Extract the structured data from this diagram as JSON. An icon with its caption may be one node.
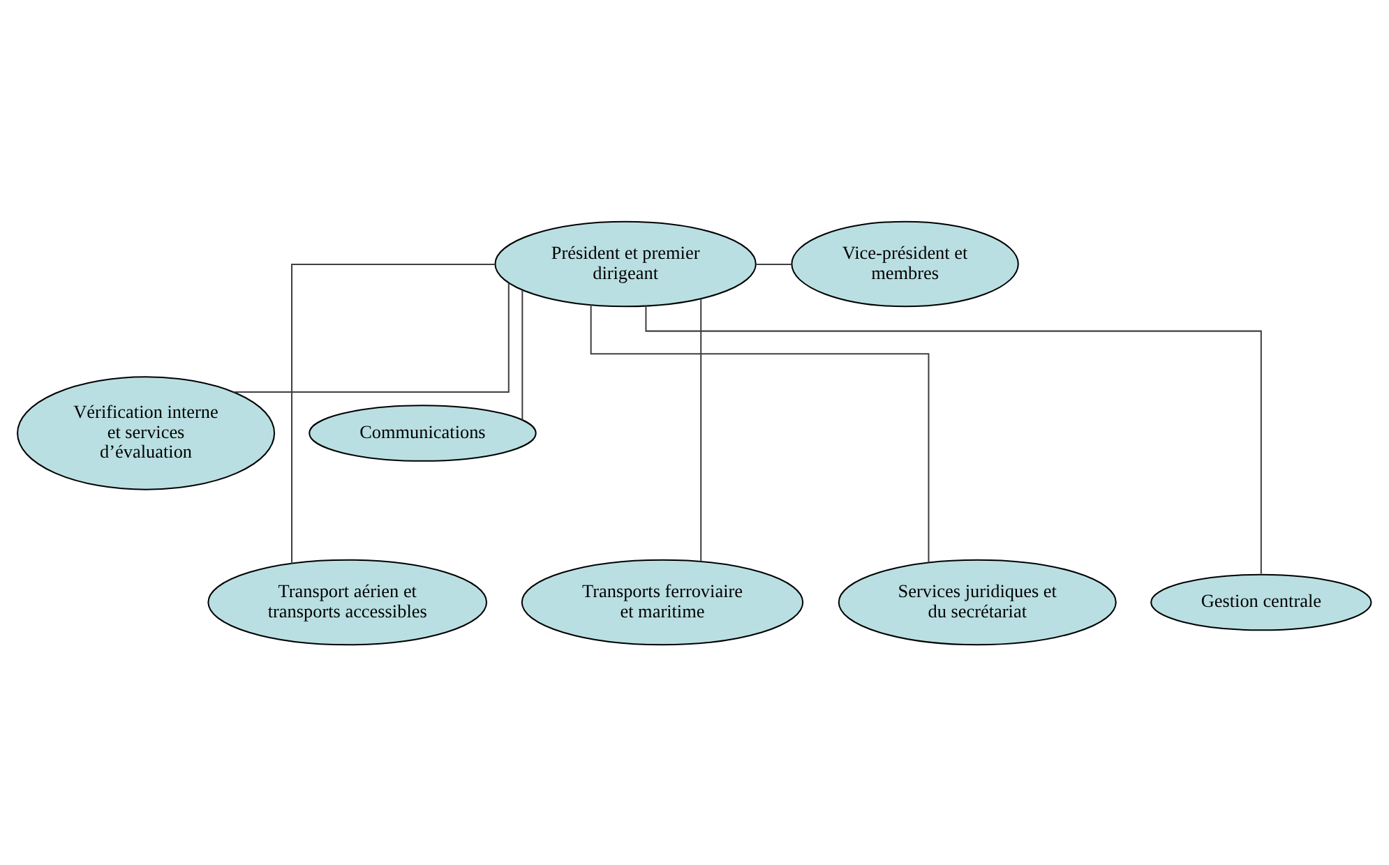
{
  "diagram": {
    "nodes": [
      {
        "text": [
          "Président et premier dirigeant"
        ]
      },
      {
        "text": [
          "Vice-président et membres"
        ]
      },
      {
        "text": [
          "Vérification interne et services d’évaluation"
        ]
      },
      {
        "text": [
          "Communications"
        ]
      },
      {
        "text": [
          "Transport aérien et transports accessibles"
        ]
      },
      {
        "text": [
          "Transports ferroviaire et maritime"
        ]
      },
      {
        "text": [
          "Services juridiques et du secrétariat"
        ]
      },
      {
        "text": [
          "Gestion centrale"
        ]
      }
    ],
    "edges": [
      {
        "from": 0,
        "to": 1,
        "arrow": "none"
      },
      {
        "from": 0,
        "to": 2,
        "arrow": "none"
      },
      {
        "from": 0,
        "to": 3,
        "arrow": "none"
      },
      {
        "from": 0,
        "to": 4,
        "arrow": "none"
      },
      {
        "from": 0,
        "to": 5,
        "arrow": "none"
      },
      {
        "from": 0,
        "to": 6,
        "arrow": "none"
      },
      {
        "from": 0,
        "to": 7,
        "arrow": "none"
      }
    ]
  }
}
